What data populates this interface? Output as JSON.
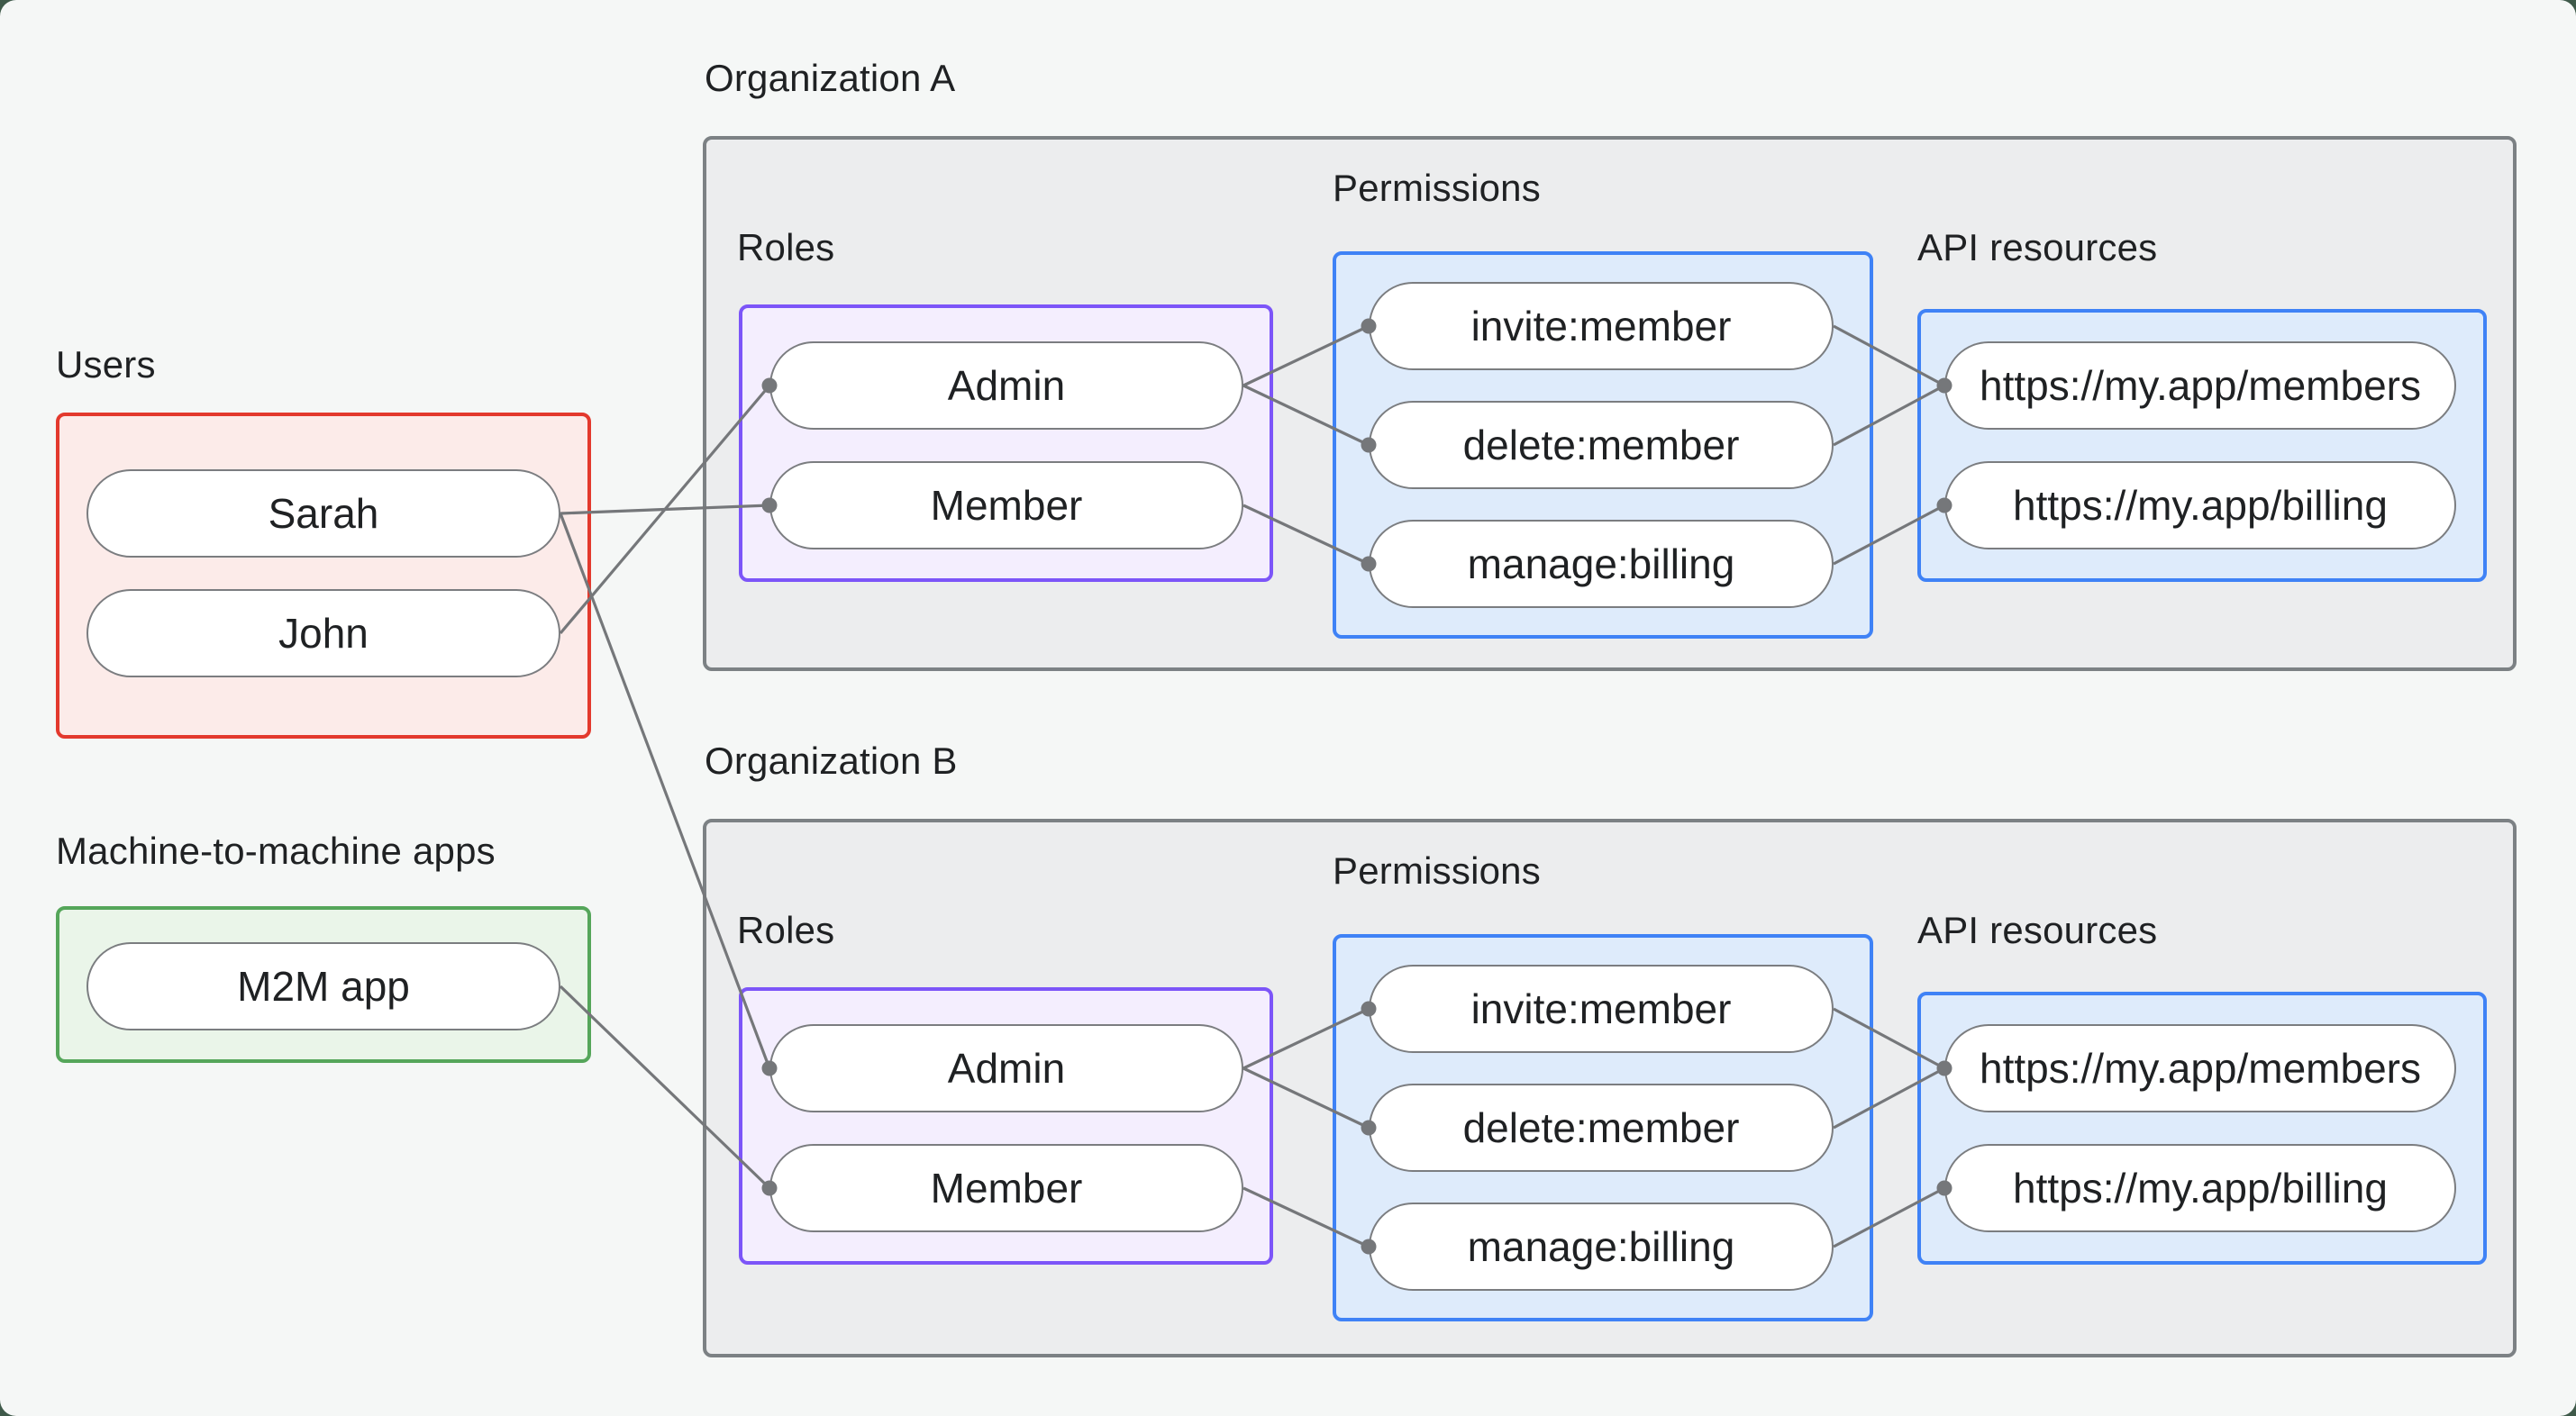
{
  "page": {
    "page_bg": "#f5f7f6",
    "corner_bg": "#3f5a4a"
  },
  "palette": {
    "text": "#1f2123",
    "line": "#75777a",
    "pill_fill": "#ffffff",
    "pill_border": "#7b7d80",
    "org_box_fill": "#ecedee",
    "org_box_border": "#7c8184",
    "users_fill": "#fcebe9",
    "users_border": "#e3392d",
    "m2m_fill": "#eaf5e9",
    "m2m_border": "#55a65a",
    "roles_fill": "#f4eefe",
    "roles_border": "#7c55f8",
    "permissions_fill": "#deebfb",
    "permissions_border": "#3f82f6"
  },
  "users_group": {
    "label": "Users",
    "items": [
      "Sarah",
      "John"
    ]
  },
  "m2m_group": {
    "label": "Machine-to-machine apps",
    "items": [
      "M2M app"
    ]
  },
  "organizations": [
    {
      "title": "Organization A",
      "roles_label": "Roles",
      "roles": [
        "Admin",
        "Member"
      ],
      "permissions_label": "Permissions",
      "permissions": [
        "invite:member",
        "delete:member",
        "manage:billing"
      ],
      "api_label": "API resources",
      "api_resources": [
        "https://my.app/members",
        "https://my.app/billing"
      ]
    },
    {
      "title": "Organization B",
      "roles_label": "Roles",
      "roles": [
        "Admin",
        "Member"
      ],
      "permissions_label": "Permissions",
      "permissions": [
        "invite:member",
        "delete:member",
        "manage:billing"
      ],
      "api_label": "API resources",
      "api_resources": [
        "https://my.app/members",
        "https://my.app/billing"
      ]
    }
  ],
  "connections": [
    {
      "from": "sarah",
      "to": "org_a_member"
    },
    {
      "from": "john",
      "to": "org_a_admin"
    },
    {
      "from": "sarah",
      "to": "org_b_admin"
    },
    {
      "from": "m2m_app",
      "to": "org_b_member"
    },
    {
      "from": "org_a_admin",
      "to": "org_a_invite"
    },
    {
      "from": "org_a_admin",
      "to": "org_a_delete"
    },
    {
      "from": "org_a_member",
      "to": "org_a_manage"
    },
    {
      "from": "org_a_invite",
      "to": "org_a_api_members"
    },
    {
      "from": "org_a_delete",
      "to": "org_a_api_members"
    },
    {
      "from": "org_a_manage",
      "to": "org_a_api_billing"
    },
    {
      "from": "org_b_admin",
      "to": "org_b_invite"
    },
    {
      "from": "org_b_admin",
      "to": "org_b_delete"
    },
    {
      "from": "org_b_member",
      "to": "org_b_manage"
    },
    {
      "from": "org_b_invite",
      "to": "org_b_api_members"
    },
    {
      "from": "org_b_delete",
      "to": "org_b_api_members"
    },
    {
      "from": "org_b_manage",
      "to": "org_b_api_billing"
    }
  ]
}
